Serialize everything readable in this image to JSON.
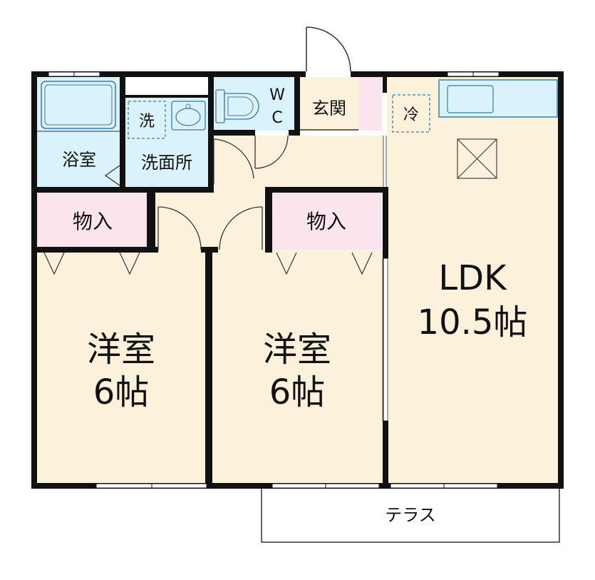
{
  "rooms": {
    "bath": "浴室",
    "washroom": "洗面所",
    "washer": "洗",
    "wc_w": "W",
    "wc_c": "C",
    "entrance": "玄関",
    "fridge": "冷",
    "storage_left": "物入",
    "storage_right": "物入",
    "western1_name": "洋室",
    "western1_size": "6帖",
    "western2_name": "洋室",
    "western2_size": "6帖",
    "ldk_name": "LDK",
    "ldk_size": "10.5帖",
    "terrace": "テラス"
  },
  "colors": {
    "wall": "#111111",
    "room_floor": "#fcf2dc",
    "wet_area": "#daf2fc",
    "storage": "#fce4ee",
    "fixture_stroke": "#3a7ca8"
  }
}
